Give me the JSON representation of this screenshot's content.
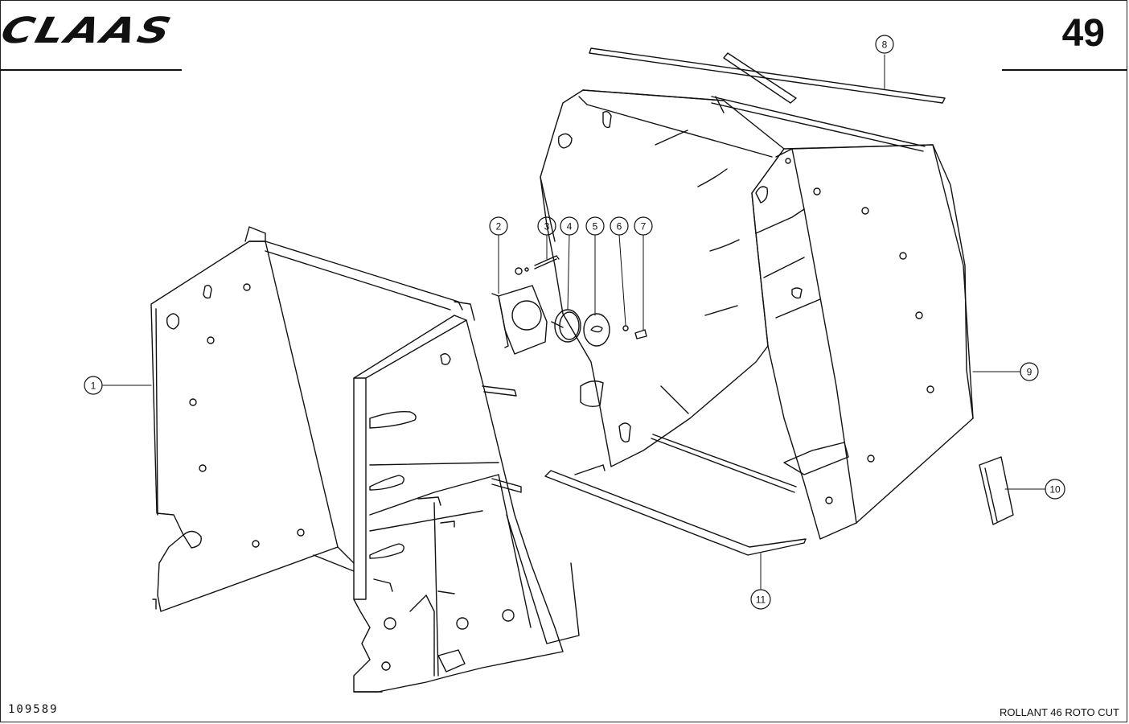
{
  "header": {
    "brand": "CLAAS",
    "page_number": "49"
  },
  "footer": {
    "drawing_number": "109589",
    "model": "ROLLANT 46 ROTO CUT"
  },
  "callouts": [
    {
      "id": "callout-1",
      "label": "1"
    },
    {
      "id": "callout-2",
      "label": "2"
    },
    {
      "id": "callout-3",
      "label": "3"
    },
    {
      "id": "callout-4",
      "label": "4"
    },
    {
      "id": "callout-5",
      "label": "5"
    },
    {
      "id": "callout-6",
      "label": "6"
    },
    {
      "id": "callout-7",
      "label": "7"
    },
    {
      "id": "callout-8",
      "label": "8"
    },
    {
      "id": "callout-9",
      "label": "9"
    },
    {
      "id": "callout-10",
      "label": "10"
    },
    {
      "id": "callout-11",
      "label": "11"
    }
  ],
  "colors": {
    "ink": "#111111",
    "paper": "#ffffff"
  }
}
